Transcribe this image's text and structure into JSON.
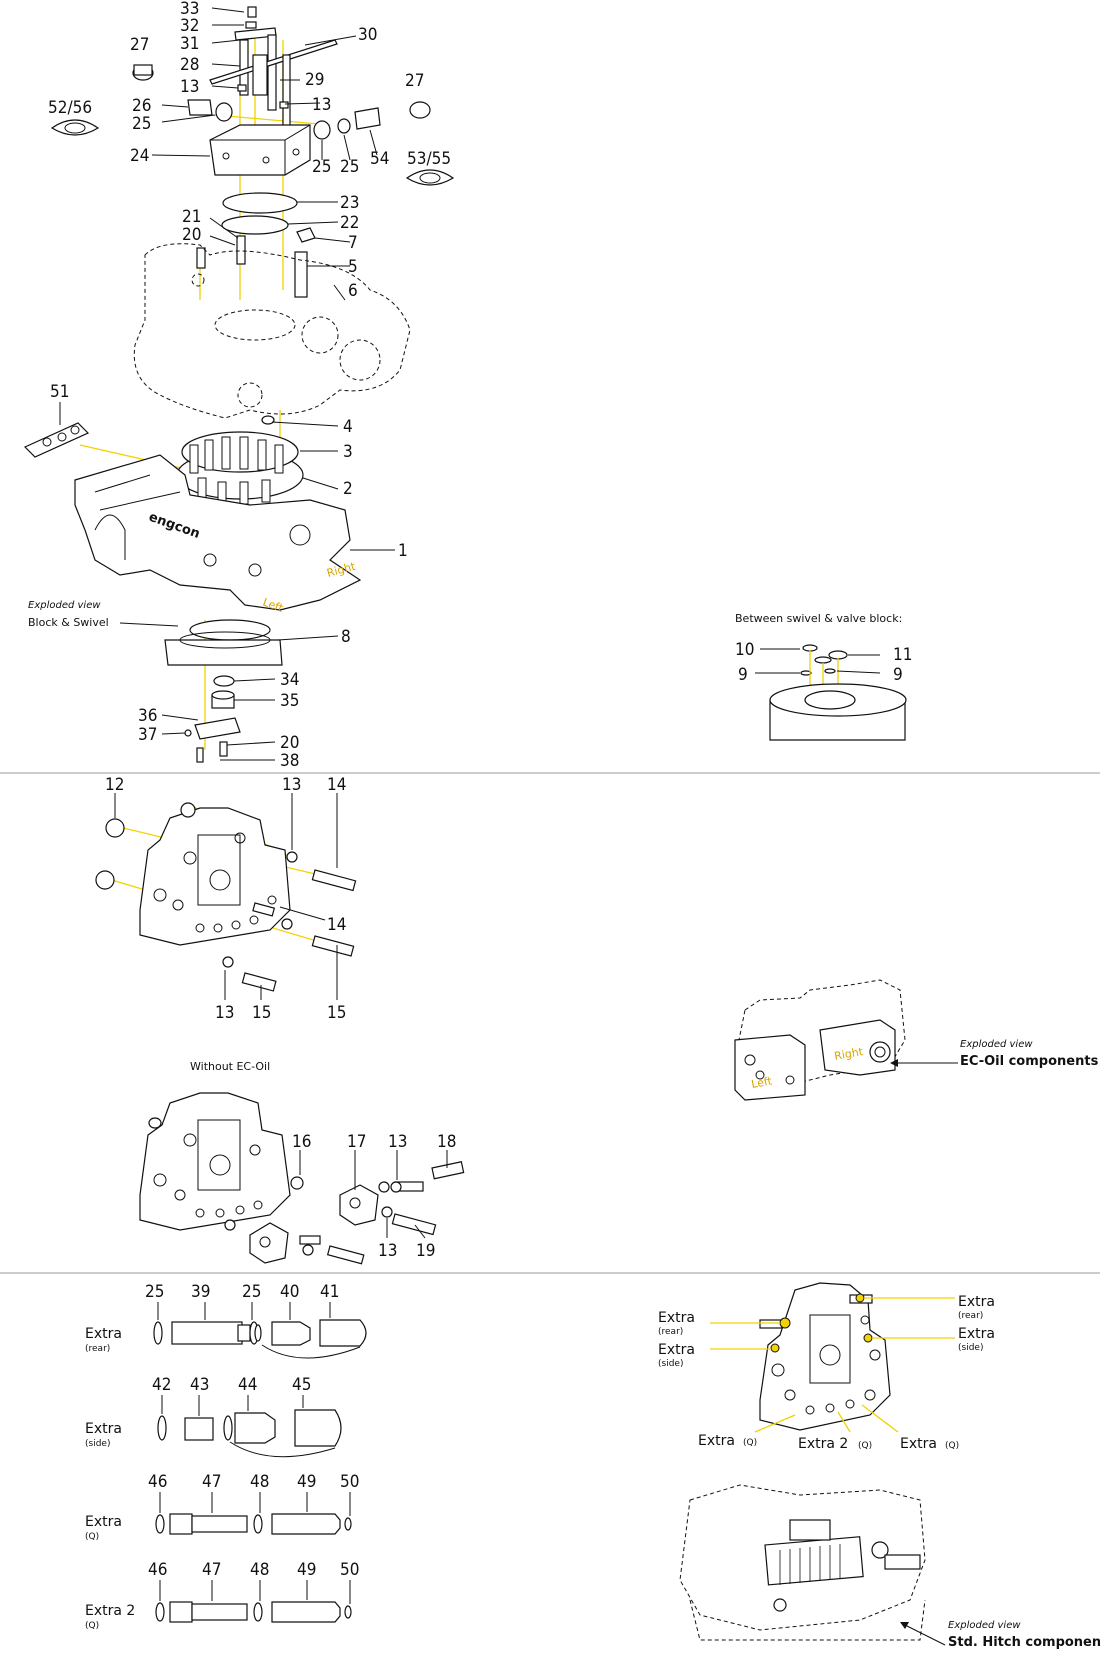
{
  "section_a": {
    "caption_top": "Exploded view",
    "caption_main": "Block & Swivel",
    "callouts": [
      "33",
      "32",
      "31",
      "30",
      "27",
      "28",
      "29",
      "13",
      "26",
      "25",
      "13",
      "27",
      "52/56",
      "24",
      "25",
      "25",
      "54",
      "53/55",
      "23",
      "22",
      "21",
      "20",
      "7",
      "5",
      "6",
      "51",
      "4",
      "3",
      "2",
      "1",
      "8",
      "34",
      "35",
      "36",
      "37",
      "20",
      "38"
    ],
    "block_text": "engcon",
    "right_text": "Right",
    "left_text": "Left"
  },
  "swivel_detail": {
    "caption": "Between swivel & valve block:",
    "callouts": [
      "10",
      "11",
      "9",
      "9"
    ]
  },
  "section_b": {
    "callouts": [
      "12",
      "13",
      "14",
      "14",
      "13",
      "15",
      "15"
    ],
    "without_ec_oil": "Without EC-Oil",
    "callouts_2": [
      "16",
      "17",
      "13",
      "18",
      "13",
      "19"
    ],
    "ec_caption_top": "Exploded view",
    "ec_caption_main": "EC-Oil components",
    "right_text": "Right",
    "left_text": "Left"
  },
  "section_c": {
    "rows": [
      {
        "label": "Extra",
        "sub": "(rear)",
        "callouts": [
          "25",
          "39",
          "25",
          "40",
          "41"
        ]
      },
      {
        "label": "Extra",
        "sub": "(side)",
        "callouts": [
          "42",
          "43",
          "44",
          "45"
        ]
      },
      {
        "label": "Extra",
        "sub": "(Q)",
        "callouts": [
          "46",
          "47",
          "48",
          "49",
          "50"
        ]
      },
      {
        "label": "Extra 2",
        "sub": "(Q)",
        "callouts": [
          "46",
          "47",
          "48",
          "49",
          "50"
        ]
      }
    ],
    "valve_labels": {
      "extra_rear_left": "Extra",
      "extra_rear_left_sub": "(rear)",
      "extra_side_left": "Extra",
      "extra_side_left_sub": "(side)",
      "extra_rear_right": "Extra",
      "extra_rear_right_sub": "(rear)",
      "extra_side_right": "Extra",
      "extra_side_right_sub": "(side)",
      "extra_q1": "Extra",
      "extra_q1_sub": "(Q)",
      "extra2_q": "Extra 2",
      "extra2_q_sub": "(Q)",
      "extra_q2": "Extra",
      "extra_q2_sub": "(Q)"
    },
    "hitch_caption_top": "Exploded view",
    "hitch_caption_main": "Std. Hitch components"
  }
}
